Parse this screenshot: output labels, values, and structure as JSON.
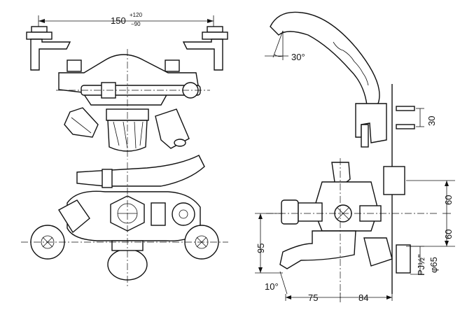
{
  "dimensions": {
    "top_width": {
      "value": "150",
      "tol_plus": "+120",
      "tol_minus": "−90"
    },
    "spout_angle": "30°",
    "wall_mount": "30",
    "height_upper": "60",
    "height_lower": "60",
    "outlet_height": "95",
    "outlet_angle": "10°",
    "depth_front": "75",
    "depth_rear": "84",
    "pipe_thread": "PJ½\"",
    "flange_dia": "φ65"
  }
}
